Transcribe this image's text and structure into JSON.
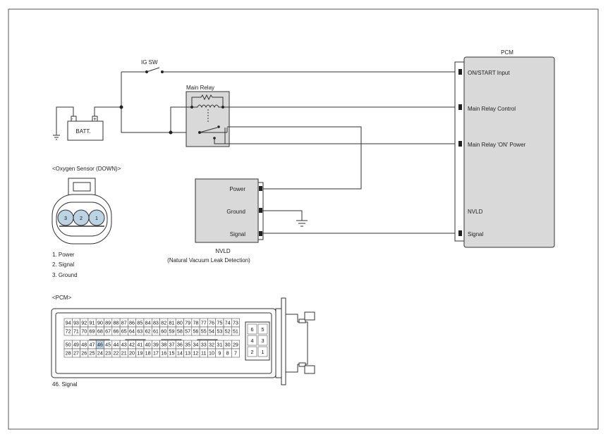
{
  "pcm_box": {
    "title": "PCM",
    "pins": [
      "ON/START Input",
      "Main Relay Control",
      "Main Relay 'ON' Power",
      "NVLD",
      "Signal"
    ]
  },
  "ig_sw": "IG SW",
  "main_relay": "Main Relay",
  "battery": {
    "label": "BATT.",
    "minus": "-",
    "plus": "+"
  },
  "nvld": {
    "pins": [
      "Power",
      "Ground",
      "Signal"
    ],
    "title": "NVLD",
    "subtitle": "(Natural Vacuum Leak Detection)"
  },
  "oxygen_sensor": {
    "title": "<Oxygen Sensor (DOWN)>",
    "pin_numbers": [
      "3",
      "2",
      "1"
    ],
    "legend": [
      "1. Power",
      "2. Signal",
      "3. Ground"
    ]
  },
  "pcm_connector": {
    "title": "<PCM>",
    "rows": [
      [
        "94",
        "93",
        "92",
        "91",
        "90",
        "89",
        "88",
        "87",
        "86",
        "85",
        "84",
        "83",
        "82",
        "81",
        "80",
        "79",
        "78",
        "77",
        "76",
        "75",
        "74",
        "73"
      ],
      [
        "72",
        "71",
        "70",
        "69",
        "68",
        "67",
        "66",
        "65",
        "64",
        "63",
        "62",
        "61",
        "60",
        "59",
        "58",
        "57",
        "56",
        "55",
        "54",
        "53",
        "52",
        "51"
      ],
      [
        "50",
        "49",
        "48",
        "47",
        "46",
        "45",
        "44",
        "43",
        "42",
        "41",
        "40",
        "39",
        "38",
        "37",
        "36",
        "35",
        "34",
        "33",
        "32",
        "31",
        "30",
        "29"
      ],
      [
        "28",
        "27",
        "26",
        "25",
        "24",
        "23",
        "22",
        "21",
        "20",
        "19",
        "18",
        "17",
        "16",
        "15",
        "14",
        "13",
        "12",
        "11",
        "10",
        "9",
        "8",
        "7"
      ]
    ],
    "side_pins": [
      [
        "6",
        "5"
      ],
      [
        "4",
        "3"
      ],
      [
        "2",
        "1"
      ]
    ],
    "highlight_pin": "46",
    "highlight_color": "#bcd3e4",
    "legend": "46.    Signal"
  }
}
